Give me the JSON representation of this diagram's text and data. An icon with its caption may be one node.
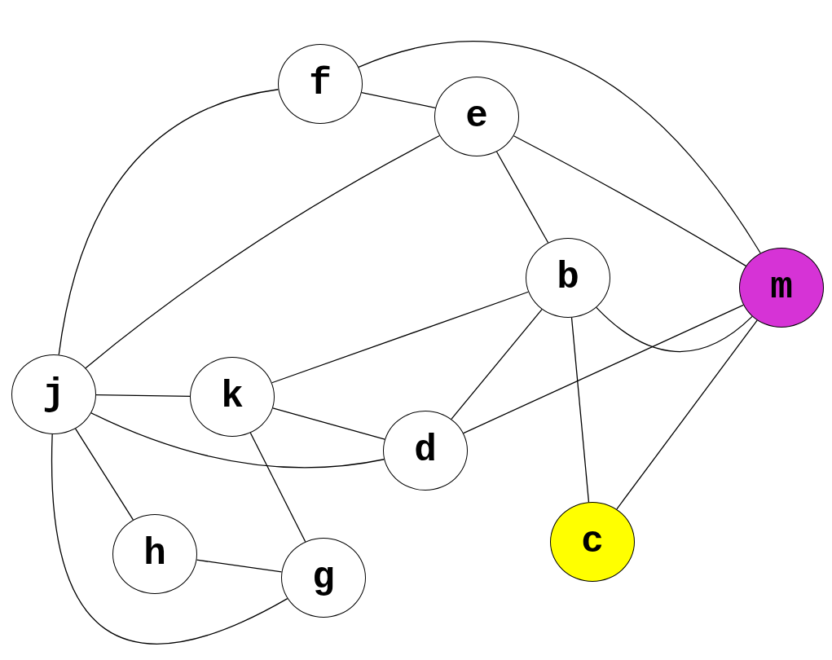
{
  "diagram": {
    "nodes": [
      {
        "text": [
          "f"
        ]
      },
      {
        "text": [
          "e"
        ]
      },
      {
        "text": [
          "b"
        ]
      },
      {
        "text": [
          "m"
        ]
      },
      {
        "text": [
          "j"
        ]
      },
      {
        "text": [
          "k"
        ]
      },
      {
        "text": [
          "d"
        ]
      },
      {
        "text": [
          "c"
        ]
      },
      {
        "text": [
          "h"
        ]
      },
      {
        "text": [
          "g"
        ]
      }
    ],
    "edges": [
      {
        "from": 0,
        "to": 1,
        "arrow": "none"
      },
      {
        "from": 0,
        "to": 3,
        "arrow": "none"
      },
      {
        "from": 0,
        "to": 4,
        "arrow": "none"
      },
      {
        "from": 1,
        "to": 3,
        "arrow": "none"
      },
      {
        "from": 1,
        "to": 2,
        "arrow": "none"
      },
      {
        "from": 1,
        "to": 4,
        "arrow": "none"
      },
      {
        "from": 2,
        "to": 5,
        "arrow": "none"
      },
      {
        "from": 2,
        "to": 6,
        "arrow": "none"
      },
      {
        "from": 2,
        "to": 3,
        "arrow": "none"
      },
      {
        "from": 2,
        "to": 7,
        "arrow": "none"
      },
      {
        "from": 3,
        "to": 6,
        "arrow": "none"
      },
      {
        "from": 3,
        "to": 7,
        "arrow": "none"
      },
      {
        "from": 4,
        "to": 5,
        "arrow": "none"
      },
      {
        "from": 5,
        "to": 6,
        "arrow": "none"
      },
      {
        "from": 4,
        "to": 6,
        "arrow": "none"
      },
      {
        "from": 4,
        "to": 8,
        "arrow": "none"
      },
      {
        "from": 4,
        "to": 9,
        "arrow": "none"
      },
      {
        "from": 5,
        "to": 9,
        "arrow": "none"
      },
      {
        "from": 8,
        "to": 9,
        "arrow": "none"
      }
    ]
  }
}
